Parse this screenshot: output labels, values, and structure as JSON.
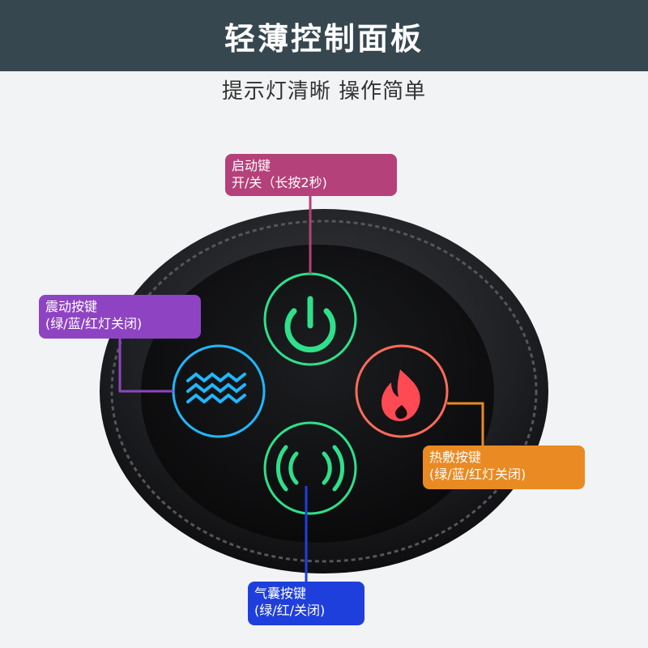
{
  "header": {
    "title": "轻薄控制面板"
  },
  "subtitle": "提示灯清晰 操作简单",
  "callouts": {
    "power": {
      "title": "启动键",
      "desc": "开/关（长按2秒)"
    },
    "vibration": {
      "title": "震动按键",
      "desc": "(绿/蓝/红灯关闭)"
    },
    "heat": {
      "title": "热敷按键",
      "desc": "(绿/蓝/红灯关闭)"
    },
    "airbag": {
      "title": "气囊按键",
      "desc": "(绿/红/关闭)"
    }
  },
  "buttons": {
    "power": {
      "icon": "power-icon"
    },
    "vibration": {
      "icon": "wave-icon"
    },
    "heat": {
      "icon": "flame-icon"
    },
    "airbag": {
      "icon": "airbag-icon"
    }
  },
  "colors": {
    "header_bg": "#37474f",
    "power_callout": "#b4417a",
    "vibration_callout": "#8e44c2",
    "heat_callout": "#e98a22",
    "airbag_callout": "#1f3fdc",
    "power_glow": "#2fe08a",
    "vibration_glow": "#1fb8ff",
    "heat_glow": "#ff4a54",
    "airbag_glow": "#2fe08a"
  }
}
